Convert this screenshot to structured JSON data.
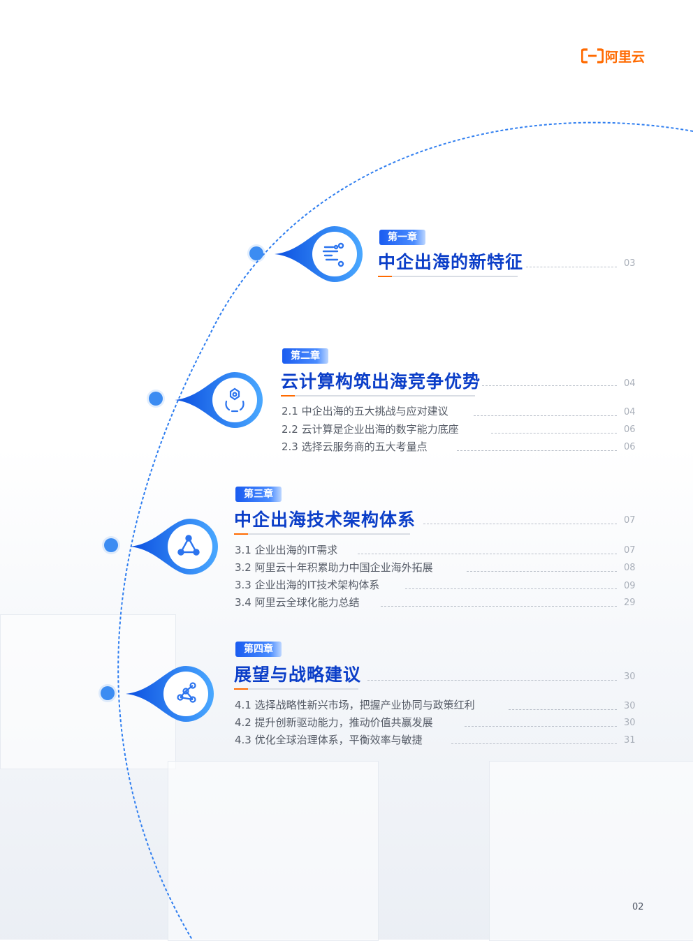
{
  "header": {
    "logo_text": "阿里云",
    "brand_color": "#ff6a00"
  },
  "accent_color": "#0b3ec8",
  "chapters": [
    {
      "badge": "第一章",
      "title": "中企出海的新特征",
      "page": "03",
      "icon": "data-flow-icon",
      "sections": []
    },
    {
      "badge": "第二章",
      "title": "云计算构筑出海竞争优势",
      "page": "04",
      "icon": "recycle-gear-icon",
      "sections": [
        {
          "label": "2.1 中企出海的五大挑战与应对建议",
          "page": "04"
        },
        {
          "label": "2.2 云计算是企业出海的数字能力底座",
          "page": "06"
        },
        {
          "label": "2.3 选择云服务商的五大考量点",
          "page": "06"
        }
      ]
    },
    {
      "badge": "第三章",
      "title": "中企出海技术架构体系",
      "page": "07",
      "icon": "triangle-network-icon",
      "sections": [
        {
          "label": "3.1 企业出海的IT需求",
          "page": "07"
        },
        {
          "label": "3.2 阿里云十年积累助力中国企业海外拓展",
          "page": "08"
        },
        {
          "label": "3.3 企业出海的IT技术架构体系",
          "page": "09"
        },
        {
          "label": "3.4 阿里云全球化能力总结",
          "page": "29"
        }
      ]
    },
    {
      "badge": "第四章",
      "title": "展望与战略建议",
      "page": "30",
      "icon": "share-nodes-icon",
      "sections": [
        {
          "label": "4.1 选择战略性新兴市场，把握产业协同与政策红利",
          "page": "30"
        },
        {
          "label": "4.2 提升创新驱动能力，推动价值共赢发展",
          "page": "30"
        },
        {
          "label": "4.3 优化全球治理体系，平衡效率与敏捷",
          "page": "31"
        }
      ]
    }
  ],
  "footer": {
    "page_number": "02"
  }
}
